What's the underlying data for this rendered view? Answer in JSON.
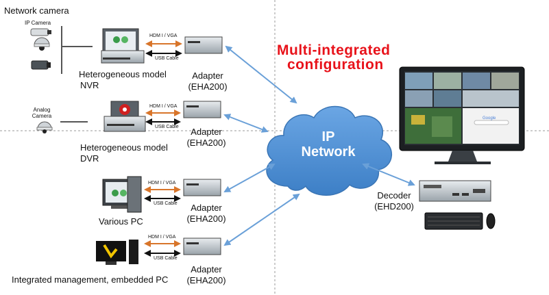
{
  "network_camera_label": "Network camera",
  "ip_camera_label": "IP Camera",
  "analog_camera_label": "Analog Camera",
  "headline": [
    "Multi-integrated",
    "configuration"
  ],
  "ip_network_label": [
    "IP",
    "Network"
  ],
  "cable_labels": {
    "hdmi_vga": "HDM I / VGA",
    "usb": "USB Cable"
  },
  "sources": [
    {
      "name": "Heterogeneous model",
      "type": "NVR"
    },
    {
      "name": "Heterogeneous model",
      "type": "DVR"
    },
    {
      "name": "Various PC",
      "type": ""
    },
    {
      "name": "Integrated management, embedded PC",
      "type": ""
    }
  ],
  "adapter": {
    "name": "Adapter",
    "model": "(EHA200)"
  },
  "decoder": {
    "name": "Decoder",
    "model": "(EHD200)"
  },
  "colors": {
    "headline": "#e8121a",
    "cloud": "#4a90d9",
    "link_arrow": "#6aa0d8",
    "hdmi_arrow": "#d8752a",
    "usb_arrow": "#111111",
    "divider": "#999999"
  }
}
